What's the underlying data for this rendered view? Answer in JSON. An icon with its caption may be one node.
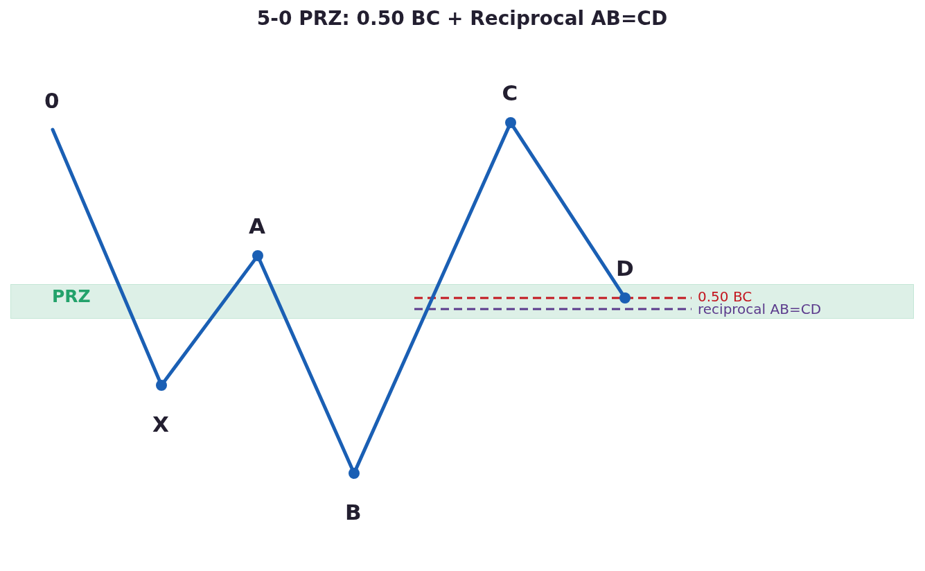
{
  "diagram": {
    "title": "5-0 PRZ: 0.50 BC + Reciprocal AB=CD",
    "nodes": [
      {
        "text": [
          "0"
        ]
      },
      {
        "text": [
          "X"
        ]
      },
      {
        "text": [
          "A"
        ]
      },
      {
        "text": [
          "B"
        ]
      },
      {
        "text": [
          "C"
        ]
      },
      {
        "text": [
          "D"
        ]
      }
    ],
    "edges": [
      {
        "from": 0,
        "to": 1,
        "arrow": "none"
      },
      {
        "from": 1,
        "to": 2,
        "arrow": "none"
      },
      {
        "from": 2,
        "to": 3,
        "arrow": "none"
      },
      {
        "from": 3,
        "to": 4,
        "arrow": "none"
      },
      {
        "from": 4,
        "to": 5,
        "arrow": "none"
      }
    ],
    "labels": [
      "PRZ",
      "0.50 BC",
      "reciprocal AB=CD"
    ]
  }
}
